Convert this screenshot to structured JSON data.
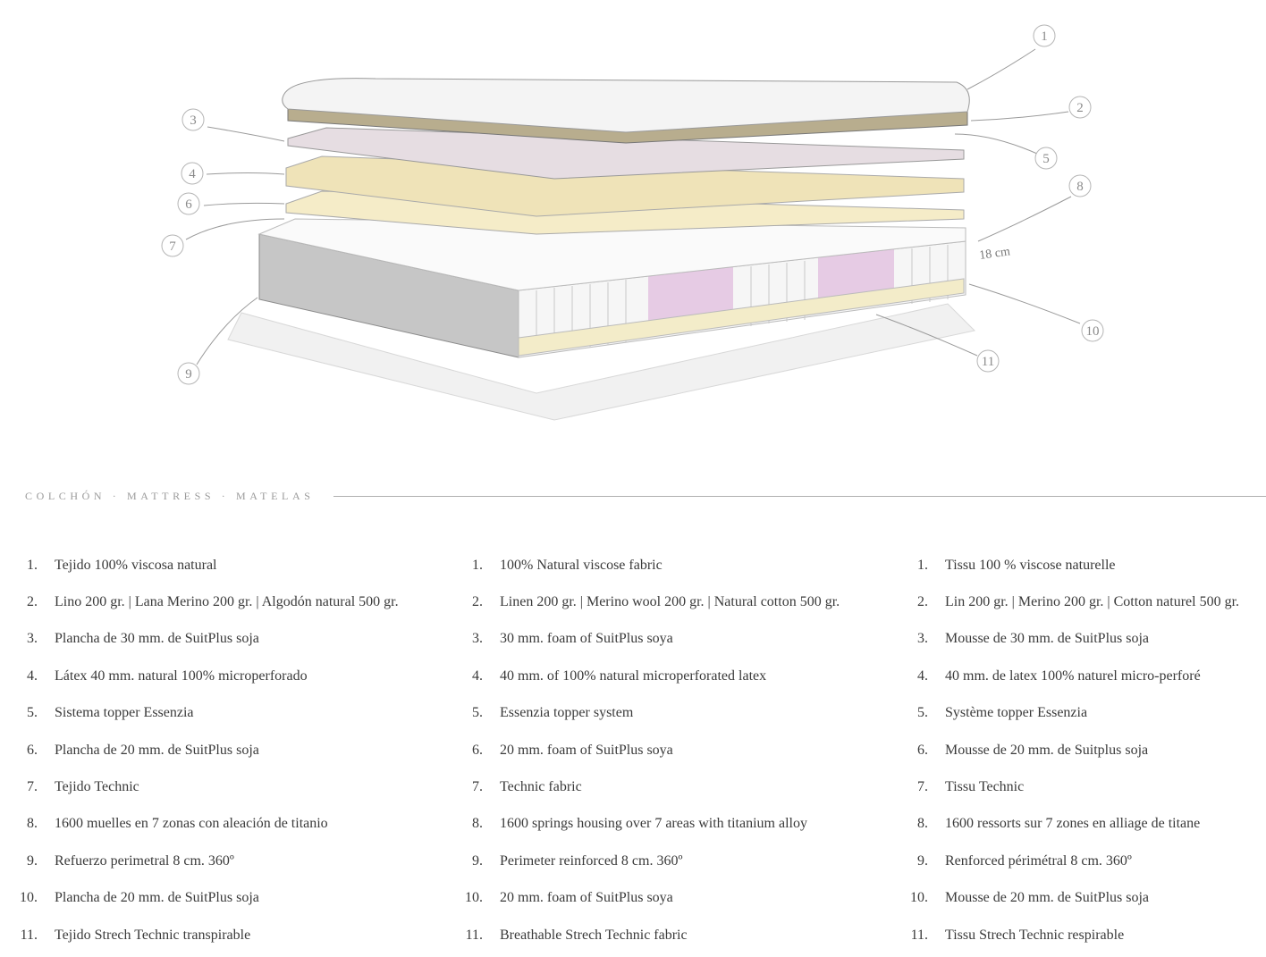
{
  "section_title": "COLCHÓN · MATTRESS · MATELAS",
  "diagram": {
    "callouts": [
      "1",
      "2",
      "3",
      "4",
      "5",
      "6",
      "7",
      "8",
      "9",
      "10",
      "11"
    ],
    "height_annotation": "18 cm"
  },
  "columns": {
    "es": [
      {
        "num": "1.",
        "text": "Tejido 100% viscosa natural"
      },
      {
        "num": "2.",
        "text": "Lino 200 gr. | Lana  Merino 200 gr. | Algodón natural 500 gr."
      },
      {
        "num": "3.",
        "text": "Plancha de 30 mm. de  SuitPlus soja"
      },
      {
        "num": "4.",
        "text": "Látex 40 mm. natural 100% microperforado"
      },
      {
        "num": "5.",
        "text": "Sistema topper Essenzia"
      },
      {
        "num": "6.",
        "text": "Plancha de 20 mm. de  SuitPlus soja"
      },
      {
        "num": "7.",
        "text": "Tejido Technic"
      },
      {
        "num": "8.",
        "text": "1600 muelles en 7 zonas con aleación de titanio"
      },
      {
        "num": "9.",
        "text": "Refuerzo perimetral 8 cm. 360º"
      },
      {
        "num": "10.",
        "text": "Plancha de 20 mm. de  SuitPlus soja"
      },
      {
        "num": "11.",
        "text": "Tejido Strech Technic transpirable"
      }
    ],
    "en": [
      {
        "num": "1.",
        "text": "100% Natural viscose fabric"
      },
      {
        "num": "2.",
        "text": "Linen 200 gr. |  Merino wool 200 gr. | Natural cotton 500 gr."
      },
      {
        "num": "3.",
        "text": "30 mm. foam of SuitPlus soya"
      },
      {
        "num": "4.",
        "text": "40 mm. of  100% natural microperforated latex"
      },
      {
        "num": "5.",
        "text": "Essenzia topper system"
      },
      {
        "num": "6.",
        "text": "20 mm. foam of SuitPlus soya"
      },
      {
        "num": "7.",
        "text": "Technic fabric"
      },
      {
        "num": "8.",
        "text": "1600 springs housing over 7 areas with titanium alloy"
      },
      {
        "num": "9.",
        "text": "Perimeter reinforced 8 cm. 360º"
      },
      {
        "num": "10.",
        "text": "20 mm. foam of SuitPlus soya"
      },
      {
        "num": "11.",
        "text": "Breathable Strech Technic fabric"
      }
    ],
    "fr": [
      {
        "num": "1.",
        "text": "Tissu 100 % viscose naturelle"
      },
      {
        "num": "2.",
        "text": "Lin 200 gr. |  Merino 200 gr. | Cotton naturel 500 gr."
      },
      {
        "num": "3.",
        "text": "Mousse de 30 mm. de  SuitPlus soja"
      },
      {
        "num": "4.",
        "text": "40 mm. de latex 100% naturel micro-perforé"
      },
      {
        "num": "5.",
        "text": "Système topper Essenzia"
      },
      {
        "num": "6.",
        "text": "Mousse de 20 mm. de  Suitplus soja"
      },
      {
        "num": "7.",
        "text": "Tissu Technic"
      },
      {
        "num": "8.",
        "text": "1600 ressorts sur 7 zones en alliage de titane"
      },
      {
        "num": "9.",
        "text": "Renforced périmétral 8 cm. 360º"
      },
      {
        "num": "10.",
        "text": "Mousse de 20 mm. de  SuitPlus soja"
      },
      {
        "num": "11.",
        "text": "Tissu Strech Technic respirable"
      }
    ]
  },
  "colors": {
    "text": "#3a3a3a",
    "muted": "#9a9a9a",
    "pink_zone": "#d9a8d6",
    "latex": "#efe3b8",
    "foam": "#e6dde2"
  }
}
